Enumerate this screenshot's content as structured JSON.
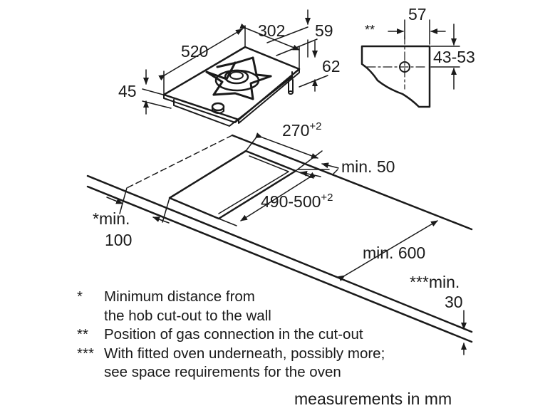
{
  "dimensions": {
    "hob_length": "520",
    "hob_width": "302",
    "hob_height": "45",
    "depth_59": "59",
    "depth_62": "62",
    "gas_offset": "57",
    "gas_height": "43-53",
    "cutout_width": "270",
    "cutout_width_tol": "+2",
    "cutout_depth": "490-500",
    "cutout_depth_tol": "+2",
    "min_rear": "min. 50",
    "min_wall_a": "*min.",
    "min_wall_b": "100",
    "min_front": "min. 600",
    "min_oven_a": "***min.",
    "min_oven_b": "30",
    "gas_marker": "**"
  },
  "legend": [
    {
      "mark": "*",
      "text": "Minimum distance from"
    },
    {
      "mark": "",
      "text": "the hob cut-out to the wall"
    },
    {
      "mark": "**",
      "text": "Position of gas connection in the cut-out"
    },
    {
      "mark": "***",
      "text": "With fitted oven underneath, possibly more;"
    },
    {
      "mark": "",
      "text": "see space requirements for the oven"
    }
  ],
  "footer": "measurements in mm"
}
